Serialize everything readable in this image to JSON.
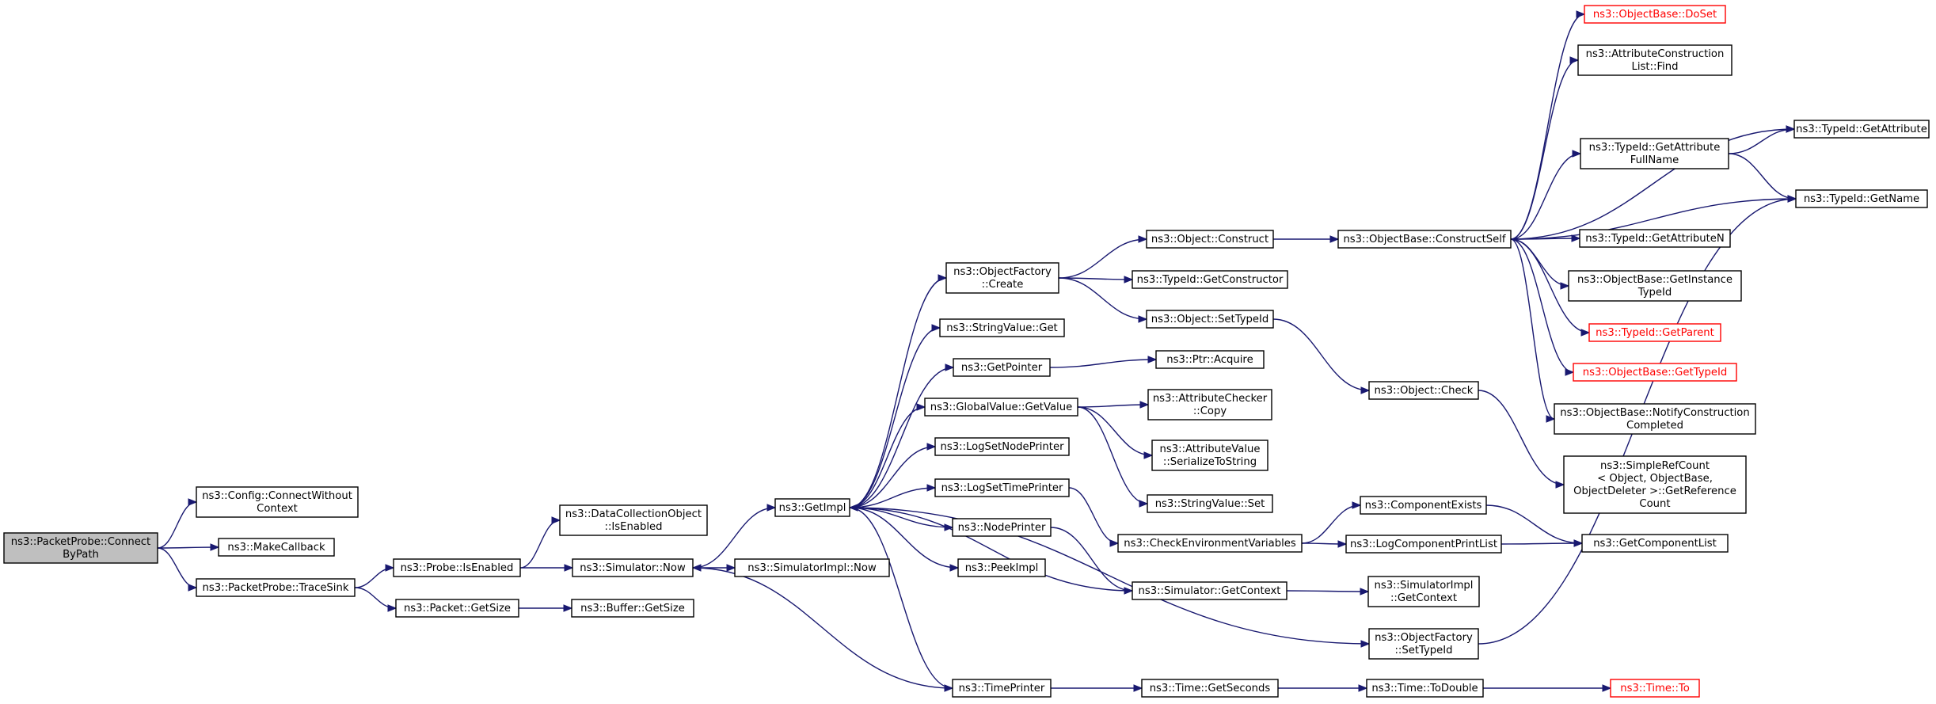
{
  "graph": {
    "nodes": [
      {
        "id": "root",
        "lines": [
          "ns3::PacketProbe::Connect",
          "ByPath"
        ],
        "style": "root"
      },
      {
        "id": "connectWithout",
        "lines": [
          "ns3::Config::ConnectWithout",
          "Context"
        ]
      },
      {
        "id": "makeCallback",
        "lines": [
          "ns3::MakeCallback"
        ]
      },
      {
        "id": "traceSink",
        "lines": [
          "ns3::PacketProbe::TraceSink"
        ]
      },
      {
        "id": "probeIsEnabled",
        "lines": [
          "ns3::Probe::IsEnabled"
        ]
      },
      {
        "id": "packetGetSize",
        "lines": [
          "ns3::Packet::GetSize"
        ]
      },
      {
        "id": "dcoIsEnabled",
        "lines": [
          "ns3::DataCollectionObject",
          "::IsEnabled"
        ]
      },
      {
        "id": "simNow",
        "lines": [
          "ns3::Simulator::Now"
        ]
      },
      {
        "id": "bufferGetSize",
        "lines": [
          "ns3::Buffer::GetSize"
        ]
      },
      {
        "id": "getImpl",
        "lines": [
          "ns3::GetImpl"
        ]
      },
      {
        "id": "simImplNow",
        "lines": [
          "ns3::SimulatorImpl::Now"
        ]
      },
      {
        "id": "ofCreate",
        "lines": [
          "ns3::ObjectFactory",
          "::Create"
        ]
      },
      {
        "id": "stringValueGet",
        "lines": [
          "ns3::StringValue::Get"
        ]
      },
      {
        "id": "getPointer",
        "lines": [
          "ns3::GetPointer"
        ]
      },
      {
        "id": "gvGetValue",
        "lines": [
          "ns3::GlobalValue::GetValue"
        ]
      },
      {
        "id": "logSetNodePrinter",
        "lines": [
          "ns3::LogSetNodePrinter"
        ]
      },
      {
        "id": "logSetTimePrinter",
        "lines": [
          "ns3::LogSetTimePrinter"
        ]
      },
      {
        "id": "nodePrinter",
        "lines": [
          "ns3::NodePrinter"
        ]
      },
      {
        "id": "peekImpl",
        "lines": [
          "ns3::PeekImpl"
        ]
      },
      {
        "id": "timePrinter",
        "lines": [
          "ns3::TimePrinter"
        ]
      },
      {
        "id": "objConstruct",
        "lines": [
          "ns3::Object::Construct"
        ]
      },
      {
        "id": "tidGetConstructor",
        "lines": [
          "ns3::TypeId::GetConstructor"
        ]
      },
      {
        "id": "objSetTypeId",
        "lines": [
          "ns3::Object::SetTypeId"
        ]
      },
      {
        "id": "ptrAcquire",
        "lines": [
          "ns3::Ptr::Acquire"
        ]
      },
      {
        "id": "acCopy",
        "lines": [
          "ns3::AttributeChecker",
          "::Copy"
        ]
      },
      {
        "id": "avSerialize",
        "lines": [
          "ns3::AttributeValue",
          "::SerializeToString"
        ]
      },
      {
        "id": "svSet",
        "lines": [
          "ns3::StringValue::Set"
        ]
      },
      {
        "id": "checkEnv",
        "lines": [
          "ns3::CheckEnvironmentVariables"
        ]
      },
      {
        "id": "simGetContext",
        "lines": [
          "ns3::Simulator::GetContext"
        ]
      },
      {
        "id": "timeGetSeconds",
        "lines": [
          "ns3::Time::GetSeconds"
        ]
      },
      {
        "id": "obConstructSelf",
        "lines": [
          "ns3::ObjectBase::ConstructSelf"
        ]
      },
      {
        "id": "objCheck",
        "lines": [
          "ns3::Object::Check"
        ]
      },
      {
        "id": "compExists",
        "lines": [
          "ns3::ComponentExists"
        ]
      },
      {
        "id": "logCompPrintList",
        "lines": [
          "ns3::LogComponentPrintList"
        ]
      },
      {
        "id": "simImplGetContext",
        "lines": [
          "ns3::SimulatorImpl",
          "::GetContext"
        ]
      },
      {
        "id": "ofSetTypeId",
        "lines": [
          "ns3::ObjectFactory",
          "::SetTypeId"
        ]
      },
      {
        "id": "timeToDouble",
        "lines": [
          "ns3::Time::ToDouble"
        ]
      },
      {
        "id": "obDoSet",
        "lines": [
          "ns3::ObjectBase::DoSet"
        ],
        "style": "red"
      },
      {
        "id": "aclFind",
        "lines": [
          "ns3::AttributeConstruction",
          "List::Find"
        ]
      },
      {
        "id": "tidGetAttrFullName",
        "lines": [
          "ns3::TypeId::GetAttribute",
          "FullName"
        ]
      },
      {
        "id": "tidGetAttributeN",
        "lines": [
          "ns3::TypeId::GetAttributeN"
        ]
      },
      {
        "id": "obGetInstanceTypeId",
        "lines": [
          "ns3::ObjectBase::GetInstance",
          "TypeId"
        ]
      },
      {
        "id": "tidGetParent",
        "lines": [
          "ns3::TypeId::GetParent"
        ],
        "style": "red"
      },
      {
        "id": "obGetTypeId",
        "lines": [
          "ns3::ObjectBase::GetTypeId"
        ],
        "style": "red"
      },
      {
        "id": "obNotify",
        "lines": [
          "ns3::ObjectBase::NotifyConstruction",
          "Completed"
        ]
      },
      {
        "id": "srcGetRef",
        "lines": [
          "ns3::SimpleRefCount",
          "< Object, ObjectBase,",
          "ObjectDeleter >::GetReference",
          "Count"
        ]
      },
      {
        "id": "getComponentList",
        "lines": [
          "ns3::GetComponentList"
        ]
      },
      {
        "id": "timeTo",
        "lines": [
          "ns3::Time::To"
        ],
        "style": "red"
      },
      {
        "id": "tidGetAttribute",
        "lines": [
          "ns3::TypeId::GetAttribute"
        ]
      },
      {
        "id": "tidGetName",
        "lines": [
          "ns3::TypeId::GetName"
        ]
      }
    ],
    "edges": [
      [
        "root",
        "connectWithout"
      ],
      [
        "root",
        "makeCallback"
      ],
      [
        "root",
        "traceSink"
      ],
      [
        "traceSink",
        "probeIsEnabled"
      ],
      [
        "traceSink",
        "packetGetSize"
      ],
      [
        "probeIsEnabled",
        "dcoIsEnabled"
      ],
      [
        "probeIsEnabled",
        "simNow"
      ],
      [
        "packetGetSize",
        "bufferGetSize"
      ],
      [
        "simNow",
        "getImpl"
      ],
      [
        "simNow",
        "simImplNow"
      ],
      [
        "getImpl",
        "ofCreate"
      ],
      [
        "getImpl",
        "stringValueGet"
      ],
      [
        "getImpl",
        "getPointer"
      ],
      [
        "getImpl",
        "gvGetValue"
      ],
      [
        "getImpl",
        "logSetNodePrinter"
      ],
      [
        "getImpl",
        "logSetTimePrinter"
      ],
      [
        "getImpl",
        "nodePrinter"
      ],
      [
        "getImpl",
        "peekImpl"
      ],
      [
        "getImpl",
        "timePrinter"
      ],
      [
        "ofCreate",
        "objConstruct"
      ],
      [
        "ofCreate",
        "tidGetConstructor"
      ],
      [
        "ofCreate",
        "objSetTypeId"
      ],
      [
        "getPointer",
        "ptrAcquire"
      ],
      [
        "gvGetValue",
        "acCopy"
      ],
      [
        "gvGetValue",
        "avSerialize"
      ],
      [
        "gvGetValue",
        "svSet"
      ],
      [
        "logSetTimePrinter",
        "checkEnv"
      ],
      [
        "nodePrinter",
        "simGetContext"
      ],
      [
        "timePrinter",
        "timeGetSeconds"
      ],
      [
        "timePrinter",
        "simNow"
      ],
      [
        "objConstruct",
        "obConstructSelf"
      ],
      [
        "objSetTypeId",
        "objCheck"
      ],
      [
        "checkEnv",
        "compExists"
      ],
      [
        "checkEnv",
        "logCompPrintList"
      ],
      [
        "simGetContext",
        "getImpl"
      ],
      [
        "simGetContext",
        "simImplGetContext"
      ],
      [
        "getImpl",
        "ofSetTypeId"
      ],
      [
        "timeGetSeconds",
        "timeToDouble"
      ],
      [
        "timeToDouble",
        "timeTo"
      ],
      [
        "obConstructSelf",
        "obDoSet"
      ],
      [
        "obConstructSelf",
        "aclFind"
      ],
      [
        "obConstructSelf",
        "tidGetAttribute"
      ],
      [
        "obConstructSelf",
        "tidGetAttrFullName"
      ],
      [
        "obConstructSelf",
        "tidGetName"
      ],
      [
        "obConstructSelf",
        "tidGetAttributeN"
      ],
      [
        "obConstructSelf",
        "obGetInstanceTypeId"
      ],
      [
        "obConstructSelf",
        "tidGetParent"
      ],
      [
        "obConstructSelf",
        "obGetTypeId"
      ],
      [
        "obConstructSelf",
        "obNotify"
      ],
      [
        "tidGetAttrFullName",
        "tidGetAttribute"
      ],
      [
        "tidGetAttrFullName",
        "tidGetName"
      ],
      [
        "objCheck",
        "srcGetRef"
      ],
      [
        "compExists",
        "getComponentList"
      ],
      [
        "logCompPrintList",
        "getComponentList"
      ],
      [
        "ofSetTypeId",
        "tidGetName"
      ]
    ]
  }
}
